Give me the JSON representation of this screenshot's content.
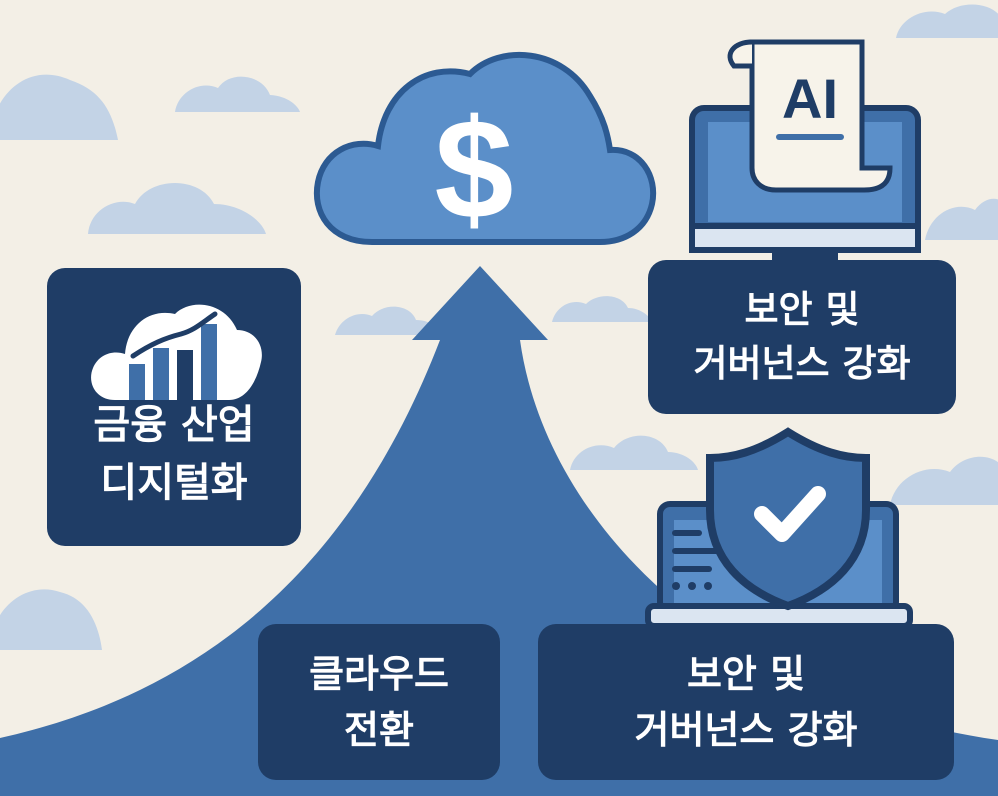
{
  "colors": {
    "background": "#f3efe6",
    "cloud_bg": "#c3d3e6",
    "navy": "#1f3d66",
    "accent_blue": "#3f6fa8",
    "light_blue": "#5b8fc9",
    "white": "#ffffff"
  },
  "icons": {
    "dollar_cloud": "cloud-dollar-icon",
    "growth_cloud": "cloud-growth-chart-icon",
    "ai_monitor": "monitor-ai-document-icon",
    "shield_laptop": "laptop-shield-check-icon",
    "arrow": "upward-growth-arrow"
  },
  "dollar_symbol": "$",
  "ai_label": "AI",
  "panels": {
    "finance": {
      "line1": "금융 산업",
      "line2": "디지털화"
    },
    "security_top": {
      "line1": "보안 및",
      "line2": "거버넌스 강화"
    },
    "cloud": {
      "line1": "클라우드",
      "line2": "전환"
    },
    "security_bottom": {
      "line1": "보안 및",
      "line2": "거버넌스 강화"
    }
  }
}
